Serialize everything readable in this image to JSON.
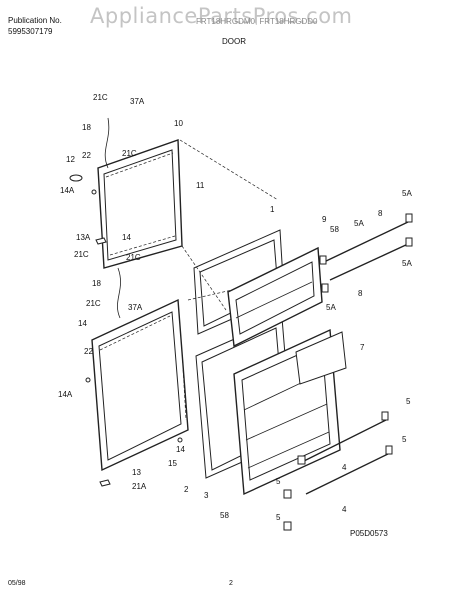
{
  "header": {
    "publication_label": "Publication No.",
    "publication_number": "5995307179",
    "models": "FRT18HRGDM0, FRT18HRGDD0",
    "section": "DOOR",
    "watermark": "AppliancePartsPros.com"
  },
  "callouts": [
    "21C",
    "37A",
    "18",
    "10",
    "22",
    "21C",
    "12",
    "14A",
    "11",
    "14",
    "13A",
    "21C",
    "21C",
    "18",
    "21C",
    "37A",
    "14",
    "22",
    "14A",
    "14",
    "15",
    "13",
    "21A",
    "1",
    "9",
    "58",
    "5A",
    "8",
    "5A",
    "5A",
    "5A",
    "8",
    "7",
    "2",
    "3",
    "58",
    "5",
    "4",
    "5",
    "5",
    "5",
    "4"
  ],
  "figure_code": "P05D0573",
  "footer": {
    "date": "05/98",
    "page": "2"
  }
}
